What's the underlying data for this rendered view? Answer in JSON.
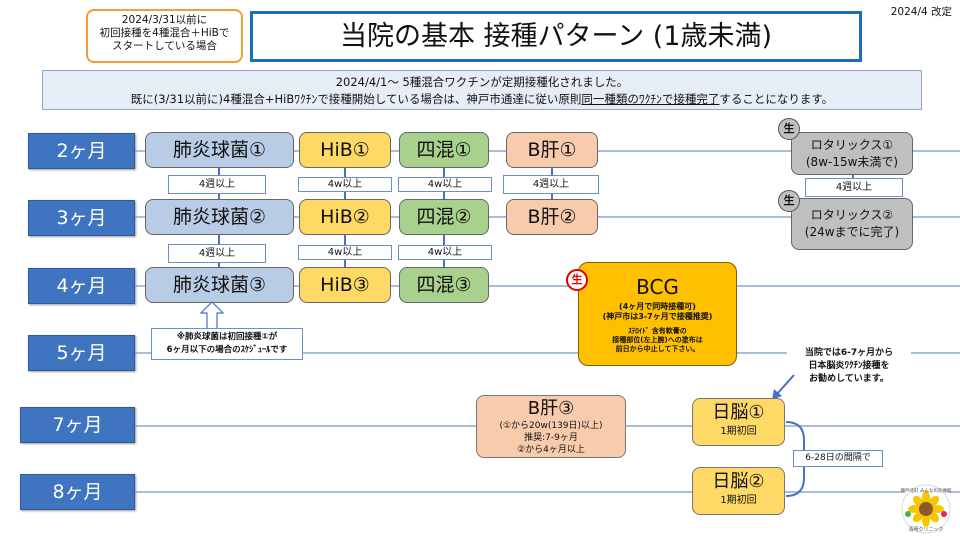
{
  "top_note": {
    "line1": "2024/3/31以前に",
    "line2": "初回接種を4種混合＋HiBで",
    "line3": "スタートしている場合"
  },
  "title": "当院の基本 接種パターン (1歳未満)",
  "revision": "2024/4 改定",
  "notice": {
    "line1": "2024/4/1～ 5種混合ワクチンが定期接種化されました。",
    "line2_pre": "既に(3/31以前に)4種混合+HiBﾜｸﾁﾝで接種開始している場合は、神戸市通達に従い原則",
    "line2_underline": "同一種類のﾜｸﾁﾝで接種完了",
    "line2_post": "することになります。"
  },
  "ages": {
    "m2": "2ヶ月",
    "m3": "3ヶ月",
    "m4": "4ヶ月",
    "m5": "5ヶ月",
    "m7": "7ヶ月",
    "m8": "8ヶ月"
  },
  "vaccines": {
    "pneumo1": "肺炎球菌①",
    "pneumo2": "肺炎球菌②",
    "pneumo3": "肺炎球菌③",
    "hib1": "HiB①",
    "hib2": "HiB②",
    "hib3": "HiB③",
    "yon1": "四混①",
    "yon2": "四混②",
    "yon3": "四混③",
    "hepb1": "B肝①",
    "hepb2": "B肝②"
  },
  "intervals": {
    "four_weeks": "4週以上",
    "four_w": "4w以上"
  },
  "rota": {
    "live_mark": "生",
    "r1_title": "ロタリックス①",
    "r1_sub": "(8w-15w未満で)",
    "r2_title": "ロタリックス②",
    "r2_sub": "(24wまでに完了)",
    "interval": "4週以上"
  },
  "bcg": {
    "live_mark": "生",
    "title": "BCG",
    "line1": "(4ヶ月で同時接種可)",
    "line2": "(神戸市は3-7ヶ月で接種推奨)",
    "line3": "ｽﾃﾛｲﾄﾞ 含有軟膏の",
    "line4": "接種部位(左上腕)への塗布は",
    "line5": "前日から中止して下さい。"
  },
  "pneumo_note": {
    "line1": "※肺炎球菌は初回接種①が",
    "line2": "6ヶ月以下の場合のｽｹｼﾞｭｰﾙです"
  },
  "hepb3": {
    "title": "B肝③",
    "line1": "(①から20w(139日)以上)",
    "line2": "推奨:7-9ヶ月",
    "line3": "②から4ヶ月以上"
  },
  "je": {
    "note1": "当院では6-7ヶ月から",
    "note2": "日本脳炎ﾜｸﾁﾝ接種を",
    "note3": "お勧めしています。",
    "je1": "日脳①",
    "je2": "日脳②",
    "sub": "1期初回",
    "gap": "6-28日の間隔で"
  },
  "logo": {
    "text1": "神戸北町 みんなの診療所",
    "text2": "清明クリニック"
  },
  "colors": {
    "age_bg": "#3f74c0",
    "pneumo": "#b8cce6",
    "hib": "#ffd966",
    "yon": "#a9d18e",
    "hepb": "#f8cbad",
    "bcg": "#ffc000",
    "rota": "#bfbfbf",
    "line": "#a9bedd"
  }
}
